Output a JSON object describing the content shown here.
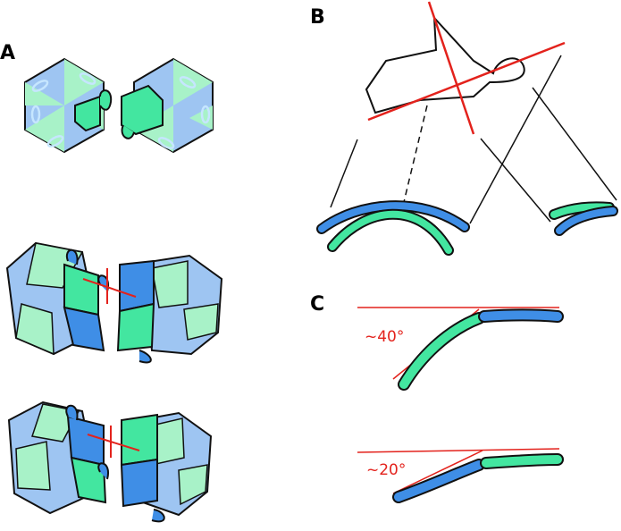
{
  "figure": {
    "panels": [
      {
        "label": "A"
      },
      {
        "label": "B"
      },
      {
        "label": "C"
      }
    ],
    "angles": [
      {
        "text": "~40°"
      },
      {
        "text": "~20°"
      }
    ]
  },
  "colors": {
    "blue": "#3f8ee6",
    "light_blue": "#9ec5f2",
    "green": "#43e6a0",
    "light_green": "#a8f2c8",
    "red": "#e3221c",
    "outline": "#111111"
  }
}
